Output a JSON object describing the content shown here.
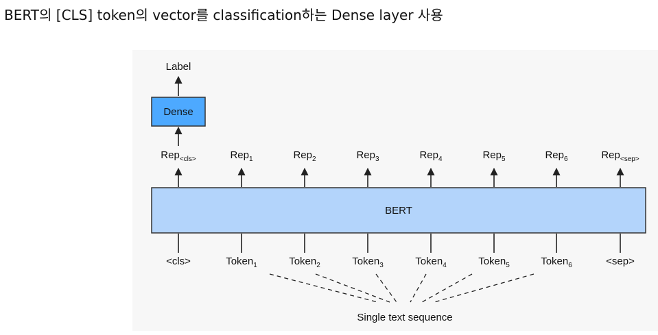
{
  "heading": "BERT의 [CLS] token의  vector를 classification하는 Dense layer 사용",
  "diagram": {
    "label_text": "Label",
    "dense_text": "Dense",
    "bert_text": "BERT",
    "sequence_caption": "Single text sequence",
    "reps": [
      {
        "base": "Rep",
        "sub": "<cls>"
      },
      {
        "base": "Rep",
        "sub": "1"
      },
      {
        "base": "Rep",
        "sub": "2"
      },
      {
        "base": "Rep",
        "sub": "3"
      },
      {
        "base": "Rep",
        "sub": "4"
      },
      {
        "base": "Rep",
        "sub": "5"
      },
      {
        "base": "Rep",
        "sub": "6"
      },
      {
        "base": "Rep",
        "sub": "<sep>"
      }
    ],
    "inputs": [
      {
        "base": "<cls>",
        "sub": ""
      },
      {
        "base": "Token",
        "sub": "1"
      },
      {
        "base": "Token",
        "sub": "2"
      },
      {
        "base": "Token",
        "sub": "3"
      },
      {
        "base": "Token",
        "sub": "4"
      },
      {
        "base": "Token",
        "sub": "5"
      },
      {
        "base": "Token",
        "sub": "6"
      },
      {
        "base": "<sep>",
        "sub": ""
      }
    ],
    "colors": {
      "dense_fill": "#4da9ff",
      "bert_fill": "#b3d4fb",
      "stroke": "#333333"
    }
  }
}
